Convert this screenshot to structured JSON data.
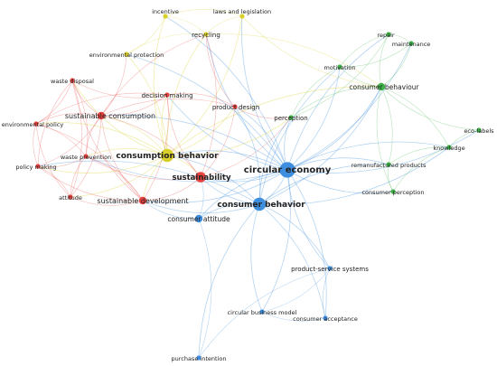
{
  "palette": {
    "red": "#e8423f",
    "yellow": "#d9cf2a",
    "green": "#3fb24a",
    "blue": "#3d8ede"
  },
  "nodes": [
    {
      "id": "incentive",
      "label": "incentive",
      "cluster": "yellow",
      "weight": 1
    },
    {
      "id": "laws",
      "label": "laws and legislation",
      "cluster": "yellow",
      "weight": 1
    },
    {
      "id": "recycling",
      "label": "recycling",
      "cluster": "yellow",
      "weight": 1
    },
    {
      "id": "envprot",
      "label": "environmental protection",
      "cluster": "yellow",
      "weight": 1
    },
    {
      "id": "consbehavior",
      "label": "consumption behavior",
      "cluster": "yellow",
      "weight": 4
    },
    {
      "id": "waste",
      "label": "waste disposal",
      "cluster": "red",
      "weight": 1
    },
    {
      "id": "envpolicy",
      "label": "environmental policy",
      "cluster": "red",
      "weight": 1
    },
    {
      "id": "sustcons",
      "label": "sustainable consumption",
      "cluster": "red",
      "weight": 2
    },
    {
      "id": "decision",
      "label": "decision making",
      "cluster": "red",
      "weight": 1
    },
    {
      "id": "proddesign",
      "label": "product design",
      "cluster": "red",
      "weight": 1
    },
    {
      "id": "policymaking",
      "label": "policy making",
      "cluster": "red",
      "weight": 1
    },
    {
      "id": "wasteprev",
      "label": "waste prevention",
      "cluster": "red",
      "weight": 1
    },
    {
      "id": "attitude",
      "label": "attitude",
      "cluster": "red",
      "weight": 1
    },
    {
      "id": "sustdev",
      "label": "sustainable development",
      "cluster": "red",
      "weight": 2
    },
    {
      "id": "sustainability",
      "label": "sustainability",
      "cluster": "red",
      "weight": 3
    },
    {
      "id": "repair",
      "label": "repair",
      "cluster": "green",
      "weight": 1
    },
    {
      "id": "maintenance",
      "label": "maintenance",
      "cluster": "green",
      "weight": 1
    },
    {
      "id": "motivation",
      "label": "motivation",
      "cluster": "green",
      "weight": 1
    },
    {
      "id": "consbehaviour",
      "label": "consumer behaviour",
      "cluster": "green",
      "weight": 2
    },
    {
      "id": "perception",
      "label": "perception",
      "cluster": "green",
      "weight": 1
    },
    {
      "id": "ecolabels",
      "label": "eco-labels",
      "cluster": "green",
      "weight": 1
    },
    {
      "id": "knowledge",
      "label": "knowledge",
      "cluster": "green",
      "weight": 1
    },
    {
      "id": "reman",
      "label": "remanufactured products",
      "cluster": "green",
      "weight": 1
    },
    {
      "id": "consperception",
      "label": "consumer perception",
      "cluster": "green",
      "weight": 1
    },
    {
      "id": "ce",
      "label": "circular economy",
      "cluster": "blue",
      "weight": 5
    },
    {
      "id": "cb",
      "label": "consumer behavior",
      "cluster": "blue",
      "weight": 4
    },
    {
      "id": "consattitude",
      "label": "consumer attitude",
      "cluster": "blue",
      "weight": 2
    },
    {
      "id": "pss",
      "label": "product-service systems",
      "cluster": "blue",
      "weight": 1
    },
    {
      "id": "cbm",
      "label": "circular business model",
      "cluster": "blue",
      "weight": 1
    },
    {
      "id": "consacceptance",
      "label": "consumer acceptance",
      "cluster": "blue",
      "weight": 1
    },
    {
      "id": "purchase",
      "label": "purchase intention",
      "cluster": "blue",
      "weight": 1
    }
  ],
  "links": [
    [
      "ce",
      "cb"
    ],
    [
      "ce",
      "consbehavior"
    ],
    [
      "ce",
      "sustainability"
    ],
    [
      "ce",
      "consbehaviour"
    ],
    [
      "ce",
      "reman"
    ],
    [
      "ce",
      "consperception"
    ],
    [
      "ce",
      "perception"
    ],
    [
      "ce",
      "proddesign"
    ],
    [
      "ce",
      "recycling"
    ],
    [
      "ce",
      "pss"
    ],
    [
      "ce",
      "consacceptance"
    ],
    [
      "ce",
      "motivation"
    ],
    [
      "ce",
      "repair"
    ],
    [
      "ce",
      "maintenance"
    ],
    [
      "ce",
      "knowledge"
    ],
    [
      "ce",
      "ecolabels"
    ],
    [
      "ce",
      "sustdev"
    ],
    [
      "ce",
      "consattitude"
    ],
    [
      "ce",
      "decision"
    ],
    [
      "ce",
      "sustcons"
    ],
    [
      "ce",
      "laws"
    ],
    [
      "ce",
      "incentive"
    ],
    [
      "ce",
      "cbm"
    ],
    [
      "ce",
      "envprot"
    ],
    [
      "ce",
      "wasteprev"
    ],
    [
      "cb",
      "consattitude"
    ],
    [
      "cb",
      "pss"
    ],
    [
      "cb",
      "cbm"
    ],
    [
      "cb",
      "consacceptance"
    ],
    [
      "cb",
      "purchase"
    ],
    [
      "cb",
      "sustainability"
    ],
    [
      "cb",
      "consbehavior"
    ],
    [
      "cb",
      "perception"
    ],
    [
      "cb",
      "proddesign"
    ],
    [
      "cb",
      "sustdev"
    ],
    [
      "cb",
      "consbehaviour"
    ],
    [
      "cb",
      "reman"
    ],
    [
      "cb",
      "knowledge"
    ],
    [
      "cb",
      "motivation"
    ],
    [
      "cb",
      "policymaking"
    ],
    [
      "consattitude",
      "purchase"
    ],
    [
      "consattitude",
      "sustainability"
    ],
    [
      "consattitude",
      "sustdev"
    ],
    [
      "pss",
      "consacceptance"
    ],
    [
      "pss",
      "cbm"
    ],
    [
      "consbehavior",
      "sustcons"
    ],
    [
      "consbehavior",
      "sustainability"
    ],
    [
      "consbehavior",
      "sustdev"
    ],
    [
      "consbehavior",
      "decision"
    ],
    [
      "consbehavior",
      "proddesign"
    ],
    [
      "consbehavior",
      "recycling"
    ],
    [
      "consbehavior",
      "envprot"
    ],
    [
      "consbehavior",
      "incentive"
    ],
    [
      "consbehavior",
      "laws"
    ],
    [
      "consbehavior",
      "waste"
    ],
    [
      "consbehavior",
      "envpolicy"
    ],
    [
      "consbehavior",
      "policymaking"
    ],
    [
      "consbehavior",
      "wasteprev"
    ],
    [
      "consbehavior",
      "attitude"
    ],
    [
      "consbehavior",
      "perception"
    ],
    [
      "consbehavior",
      "consbehaviour"
    ],
    [
      "sustainability",
      "sustcons"
    ],
    [
      "sustainability",
      "sustdev"
    ],
    [
      "sustainability",
      "proddesign"
    ],
    [
      "sustainability",
      "decision"
    ],
    [
      "sustainability",
      "recycling"
    ],
    [
      "sustainability",
      "wasteprev"
    ],
    [
      "sustainability",
      "perception"
    ],
    [
      "sustcons",
      "waste"
    ],
    [
      "sustcons",
      "envpolicy"
    ],
    [
      "sustcons",
      "policymaking"
    ],
    [
      "sustcons",
      "wasteprev"
    ],
    [
      "sustcons",
      "attitude"
    ],
    [
      "sustcons",
      "decision"
    ],
    [
      "sustcons",
      "proddesign"
    ],
    [
      "sustcons",
      "sustdev"
    ],
    [
      "sustcons",
      "recycling"
    ],
    [
      "sustcons",
      "envprot"
    ],
    [
      "sustdev",
      "waste"
    ],
    [
      "sustdev",
      "envpolicy"
    ],
    [
      "sustdev",
      "policymaking"
    ],
    [
      "sustdev",
      "wasteprev"
    ],
    [
      "sustdev",
      "attitude"
    ],
    [
      "sustdev",
      "decision"
    ],
    [
      "waste",
      "envpolicy"
    ],
    [
      "waste",
      "policymaking"
    ],
    [
      "waste",
      "wasteprev"
    ],
    [
      "waste",
      "decision"
    ],
    [
      "waste",
      "attitude"
    ],
    [
      "envpolicy",
      "policymaking"
    ],
    [
      "envpolicy",
      "wasteprev"
    ],
    [
      "envpolicy",
      "attitude"
    ],
    [
      "envpolicy",
      "decision"
    ],
    [
      "policymaking",
      "wasteprev"
    ],
    [
      "policymaking",
      "attitude"
    ],
    [
      "wasteprev",
      "attitude"
    ],
    [
      "decision",
      "proddesign"
    ],
    [
      "proddesign",
      "perception"
    ],
    [
      "proddesign",
      "recycling"
    ],
    [
      "recycling",
      "incentive"
    ],
    [
      "recycling",
      "laws"
    ],
    [
      "recycling",
      "envprot"
    ],
    [
      "incentive",
      "laws"
    ],
    [
      "envprot",
      "incentive"
    ],
    [
      "consbehaviour",
      "repair"
    ],
    [
      "consbehaviour",
      "maintenance"
    ],
    [
      "consbehaviour",
      "motivation"
    ],
    [
      "consbehaviour",
      "perception"
    ],
    [
      "consbehaviour",
      "knowledge"
    ],
    [
      "consbehaviour",
      "ecolabels"
    ],
    [
      "consbehaviour",
      "reman"
    ],
    [
      "consbehaviour",
      "consperception"
    ],
    [
      "repair",
      "maintenance"
    ],
    [
      "repair",
      "motivation"
    ],
    [
      "maintenance",
      "motivation"
    ],
    [
      "motivation",
      "perception"
    ],
    [
      "knowledge",
      "ecolabels"
    ],
    [
      "reman",
      "consperception"
    ],
    [
      "reman",
      "knowledge"
    ],
    [
      "perception",
      "repair"
    ],
    [
      "consperception",
      "knowledge"
    ],
    [
      "laws",
      "consbehaviour"
    ],
    [
      "recycling",
      "consbehaviour"
    ],
    [
      "cbm",
      "consacceptance"
    ],
    [
      "purchase",
      "pss"
    ]
  ]
}
